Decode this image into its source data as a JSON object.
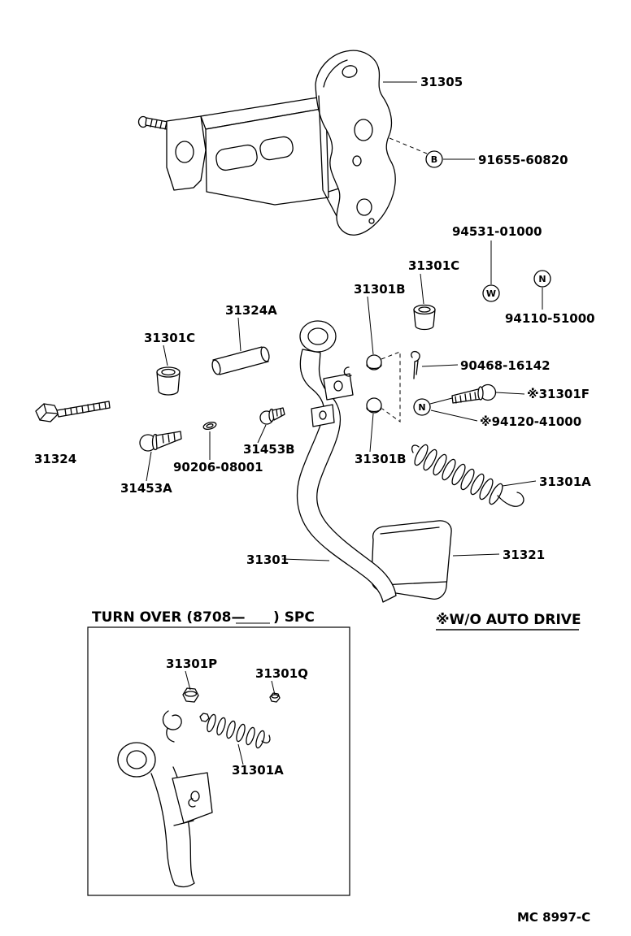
{
  "texts": {
    "inset_title_left": "TURN OVER (8708—",
    "inset_title_right": ") SPC",
    "note_wo_auto_drive": "※W/O AUTO  DRIVE",
    "footer_code": "MC  8997-C"
  },
  "badges": {
    "bolt_b": "B",
    "washer_w": "W",
    "nut_top": "N",
    "nut_mid": "N"
  },
  "labels": {
    "bracket_31305": "31305",
    "bolt_91655": "91655-60820",
    "washer_94531": "94531-01000",
    "bushing_31301c_top": "31301C",
    "bushing_31301b_top": "31301B",
    "pin_31324a": "31324A",
    "nut_94110": "94110-51000",
    "bushing_31301c_left": "31301C",
    "clip_90468": "90468-16142",
    "bolt_31301f": "※31301F",
    "screw_94120": "※94120-41000",
    "bolt_31324": "31324",
    "bolt_31453b": "31453B",
    "washer_90206": "90206-08001",
    "bolt_31453a": "31453A",
    "spring_31301a": "31301A",
    "bushing_31301b_bottom": "31301B",
    "pedal_31301": "31301",
    "pad_31321": "31321",
    "nut_31301p": "31301P",
    "nut_31301q": "31301Q",
    "spring_31301a_inset": "31301A"
  }
}
